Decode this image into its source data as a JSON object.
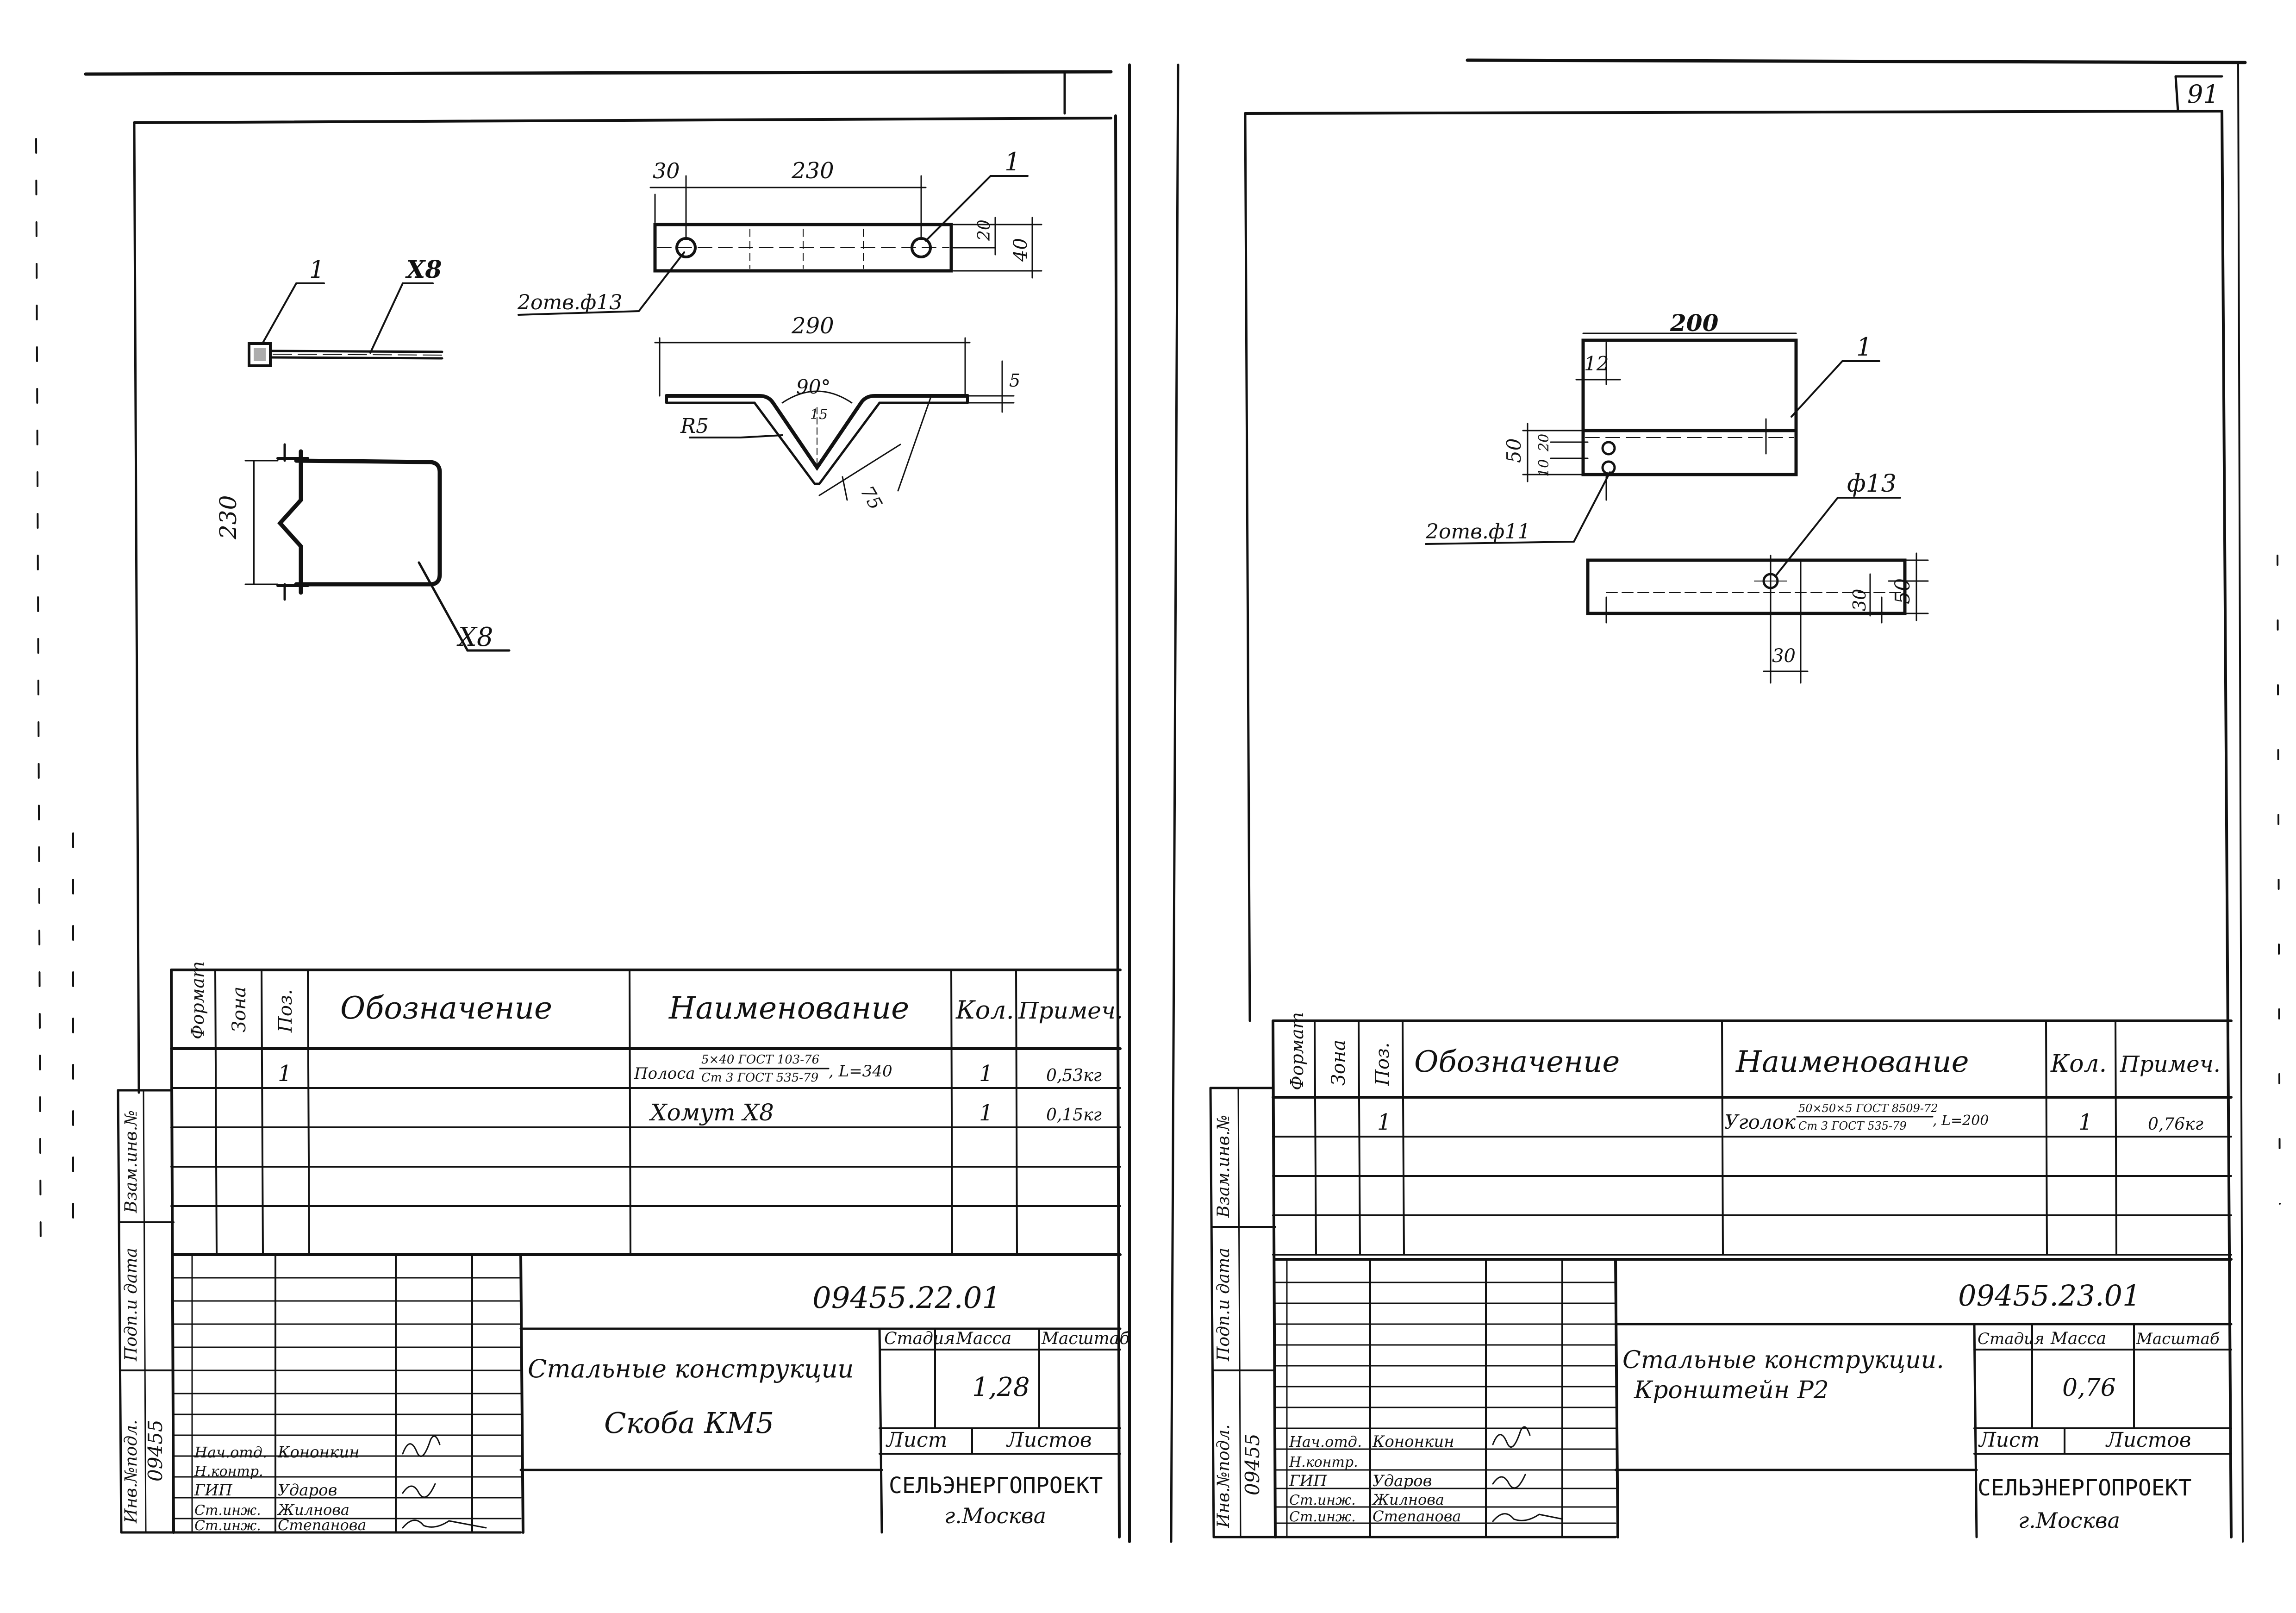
{
  "page_number": "91",
  "sheets": [
    {
      "id": "left",
      "drawing": {
        "callouts": [
          "1",
          "Х8",
          "Х8",
          "1"
        ],
        "dims": {
          "top_offset": "30",
          "top_length": "230",
          "height_20": "20",
          "height_40": "40",
          "holes": "2отв.ф13",
          "bottom_length": "290",
          "angle": "90°",
          "r15": "15",
          "radius": "R5",
          "leg": "75",
          "thickness": "5",
          "clamp_height": "230"
        }
      },
      "table": {
        "headers": [
          "Формат",
          "Зона",
          "Поз.",
          "Обозначение",
          "Наименование",
          "Кол.",
          "Примеч."
        ],
        "rows": [
          {
            "pos": "1",
            "name_main": "Полоса",
            "name_num": "5×40 ГОСТ 103-76",
            "name_den": "Ст 3 ГОСТ 535-79",
            "name_suffix": ", L=340",
            "qty": "1",
            "note": "0,53кг"
          },
          {
            "pos": "",
            "name_main": "Хомут Х8",
            "name_num": "",
            "name_den": "",
            "name_suffix": "",
            "qty": "1",
            "note": "0,15кг"
          }
        ]
      },
      "stamp": {
        "code": "09455.22.01",
        "title_line1": "Стальные конструкции",
        "title_line2": "Скоба КМ5",
        "stage_label": "Стадия",
        "mass_label": "Масса",
        "scale_label": "Масштаб",
        "mass": "1,28",
        "sheet_label": "Лист",
        "sheets_label": "Листов",
        "org": "СЕЛЬЭНЕРГОПРОЕКТ",
        "city": "г.Москва",
        "roles": [
          "Нач.отд.",
          "Н.контр.",
          "ГИП",
          "Ст.инж.",
          "Ст.инж."
        ],
        "names": [
          "Кононкин",
          "",
          "Ударов",
          "Жилнова",
          "Степанова"
        ],
        "side_labels": [
          "Взам.инв.№",
          "Подп.и дата",
          "Инв.№подл."
        ],
        "side_number": "09455"
      }
    },
    {
      "id": "right",
      "drawing": {
        "callouts": [
          "1"
        ],
        "dims": {
          "top_length": "200",
          "offset": "12",
          "height": "50",
          "small_10": "10",
          "small_20": "20",
          "holes": "2отв.ф11",
          "hole": "ф13",
          "side_30": "30",
          "side_50": "50",
          "bottom_30": "30"
        }
      },
      "table": {
        "headers": [
          "Формат",
          "Зона",
          "Поз.",
          "Обозначение",
          "Наименование",
          "Кол.",
          "Примеч."
        ],
        "rows": [
          {
            "pos": "1",
            "name_main": "Уголок",
            "name_num": "50×50×5 ГОСТ 8509-72",
            "name_den": "Ст 3 ГОСТ 535-79",
            "name_suffix": ", L=200",
            "qty": "1",
            "note": "0,76кг"
          }
        ]
      },
      "stamp": {
        "code": "09455.23.01",
        "title_line1": "Стальные конструкции.",
        "title_line2": "Кронштейн Р2",
        "stage_label": "Стадия",
        "mass_label": "Масса",
        "scale_label": "Масштаб",
        "mass": "0,76",
        "sheet_label": "Лист",
        "sheets_label": "Листов",
        "org": "СЕЛЬЭНЕРГОПРОЕКТ",
        "city": "г.Москва",
        "roles": [
          "Нач.отд.",
          "Н.контр.",
          "ГИП",
          "Ст.инж.",
          "Ст.инж."
        ],
        "names": [
          "Кононкин",
          "",
          "Ударов",
          "Жилнова",
          "Степанова"
        ],
        "side_labels": [
          "Взам.инв.№",
          "Подп.и дата",
          "Инв.№подл."
        ],
        "side_number": "09455"
      }
    }
  ]
}
